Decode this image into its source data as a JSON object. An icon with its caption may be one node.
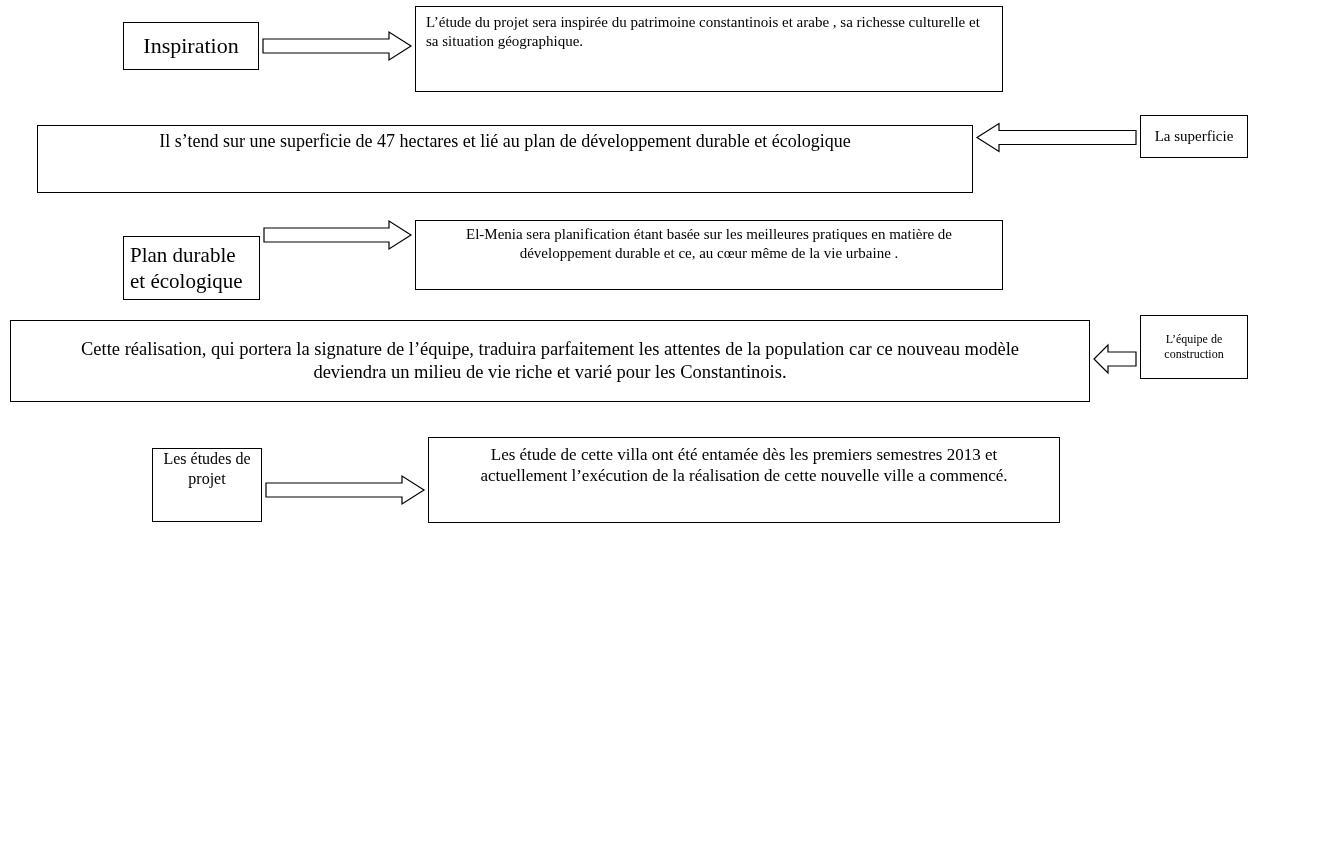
{
  "diagram": {
    "nodes": [
      {
        "text": [
          "Inspiration"
        ]
      },
      {
        "text": [
          "L’étude du projet sera inspirée du  patrimoine constantinois et arabe , sa richesse culturelle et sa situation géographique."
        ]
      },
      {
        "text": [
          "Il s’tend sur une superficie de 47 hectares et lié au plan de développement durable et écologique"
        ]
      },
      {
        "text": [
          "La superficie"
        ]
      },
      {
        "text": [
          "Plan durable et écologique"
        ]
      },
      {
        "text": [
          "El-Menia sera planification étant basée sur les meilleures pratiques en matière de développement durable et ce, au cœur même de la vie urbaine ."
        ]
      },
      {
        "text": [
          "Cette réalisation, qui portera la signature de l’équipe, traduira parfaitement les attentes de la population car ce nouveau modèle deviendra un milieu de vie riche et varié pour les Constantinois."
        ]
      },
      {
        "text": [
          "L’équipe de construction"
        ]
      },
      {
        "text": [
          "Les études de projet"
        ]
      },
      {
        "text": [
          "Les étude de cette villa ont été entamée dès les  premiers semestres 2013 et actuellement l’exécution de la réalisation de cette nouvelle ville a commencé."
        ]
      }
    ],
    "edges": [
      {
        "from": 0,
        "to": 1,
        "arrow": "to"
      },
      {
        "from": 3,
        "to": 2,
        "arrow": "to"
      },
      {
        "from": 4,
        "to": 5,
        "arrow": "to"
      },
      {
        "from": 7,
        "to": 6,
        "arrow": "to"
      },
      {
        "from": 8,
        "to": 9,
        "arrow": "to"
      }
    ]
  }
}
